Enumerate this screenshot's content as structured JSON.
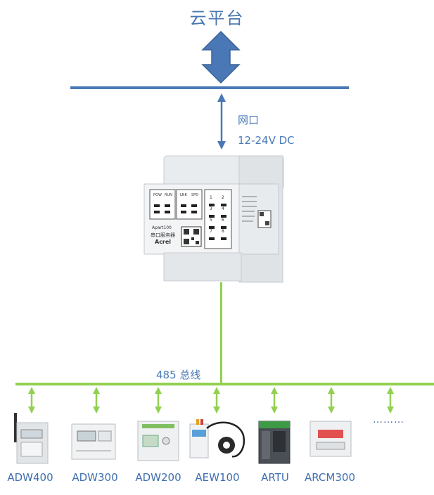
{
  "title": "云平台",
  "uplink": {
    "port_label": "网口",
    "voltage_label": "12-24V DC"
  },
  "device": {
    "name": "Apart100",
    "subtitle": "串口服务器",
    "brand": "Acrel",
    "led_labels": [
      "POW",
      "RUN",
      "LNK",
      "SPD"
    ],
    "port_numbers": [
      "1",
      "2",
      "3",
      "4",
      "5",
      "6",
      "7",
      "8"
    ]
  },
  "bus_label": "485 总线",
  "devices": [
    {
      "label": "ADW400"
    },
    {
      "label": "ADW300"
    },
    {
      "label": "ADW200"
    },
    {
      "label": "AEW100"
    },
    {
      "label": "ARTU"
    },
    {
      "label": "ARCM300"
    }
  ],
  "more_indicator": "………",
  "colors": {
    "cloud_arrow": "#4a78b6",
    "network_line": "#4a78b6",
    "bus_line": "#92d050",
    "device_arrow": "#92d050"
  }
}
